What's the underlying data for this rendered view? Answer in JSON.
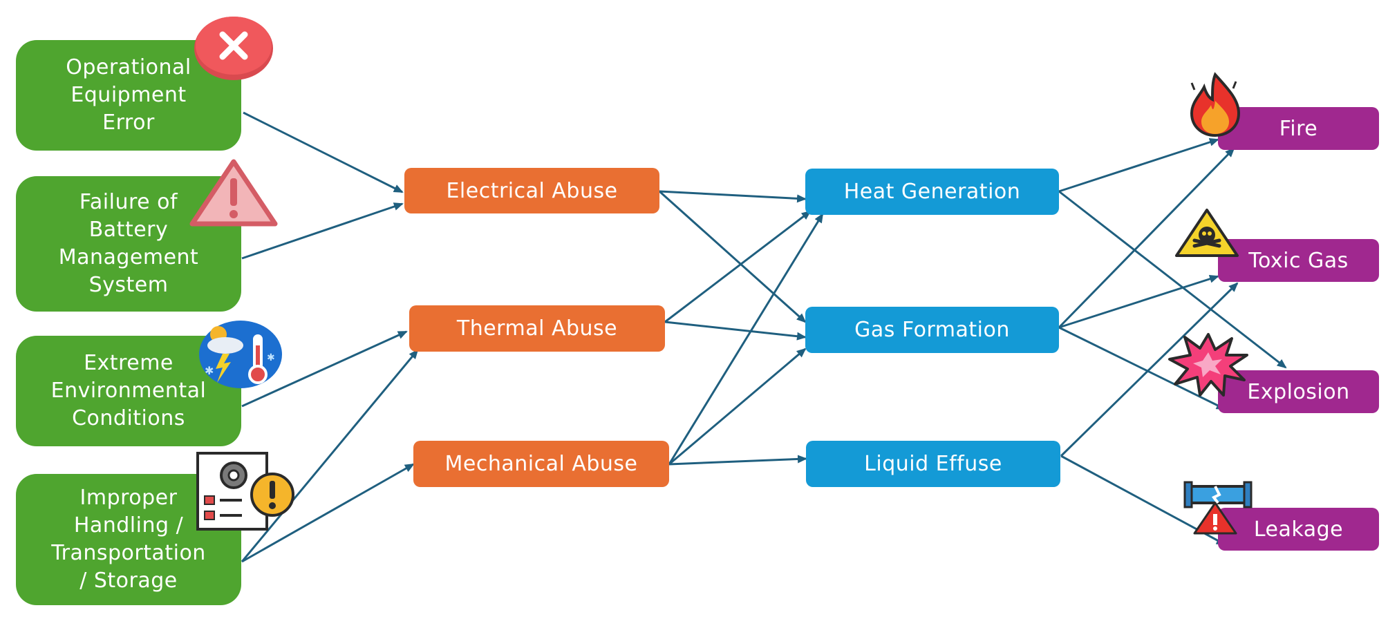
{
  "causes": [
    {
      "label": "Operational\nEquipment\nError",
      "icon": "error-x-icon"
    },
    {
      "label": "Failure of\nBattery\nManagement\nSystem",
      "icon": "warning-triangle-icon"
    },
    {
      "label": "Extreme\nEnvironmental\nConditions",
      "icon": "weather-thermometer-icon"
    },
    {
      "label": "Improper\nHandling /\nTransportation\n/ Storage",
      "icon": "checklist-gear-alert-icon"
    }
  ],
  "abuses": [
    {
      "label": "Electrical Abuse"
    },
    {
      "label": "Thermal Abuse"
    },
    {
      "label": "Mechanical Abuse"
    }
  ],
  "effects": [
    {
      "label": "Heat Generation"
    },
    {
      "label": "Gas Formation"
    },
    {
      "label": "Liquid Effuse"
    }
  ],
  "outcomes": [
    {
      "label": "Fire",
      "icon": "fire-icon"
    },
    {
      "label": "Toxic Gas",
      "icon": "toxic-hazard-icon"
    },
    {
      "label": "Explosion",
      "icon": "explosion-icon"
    },
    {
      "label": "Leakage",
      "icon": "broken-pipe-icon"
    }
  ],
  "colors": {
    "cause": "#4fa52f",
    "abuse": "#e96f32",
    "effect": "#149ad6",
    "outcome": "#a0288f",
    "arrow": "#1f5f7f"
  }
}
